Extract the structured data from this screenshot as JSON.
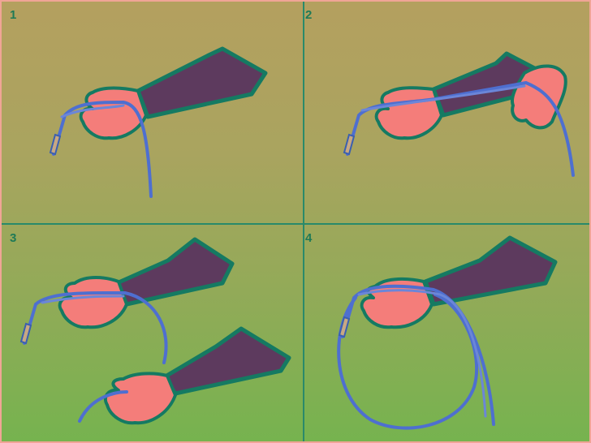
{
  "panels": [
    {
      "number": "1"
    },
    {
      "number": "2"
    },
    {
      "number": "3"
    },
    {
      "number": "4"
    }
  ],
  "colors": {
    "border": "#f0a596",
    "divider": "#2a8a6a",
    "sleeve": "#5d3a5e",
    "hand": "#f47d7a",
    "outline": "#157a62",
    "rope": "#4e6fd0",
    "number": "#1f7a56"
  }
}
